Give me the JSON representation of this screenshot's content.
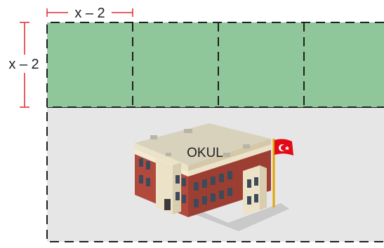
{
  "labels": {
    "top_dimension": "x – 2",
    "side_dimension": "x – 2",
    "building_sign": "OKUL"
  },
  "colors": {
    "garden": "#8fc79b",
    "schoolyard": "#e6e6e6",
    "dimension_line": "#e0282e",
    "dash": "#1e1e1e",
    "roof": "#d8d2bd",
    "wall_brick": "#b2493d",
    "wall_cream": "#ece2c8",
    "flag_red": "#e30a17"
  },
  "grid": {
    "garden_squares_visible": 4
  },
  "icons": [
    "school-building-icon",
    "turkish-flag-icon"
  ]
}
